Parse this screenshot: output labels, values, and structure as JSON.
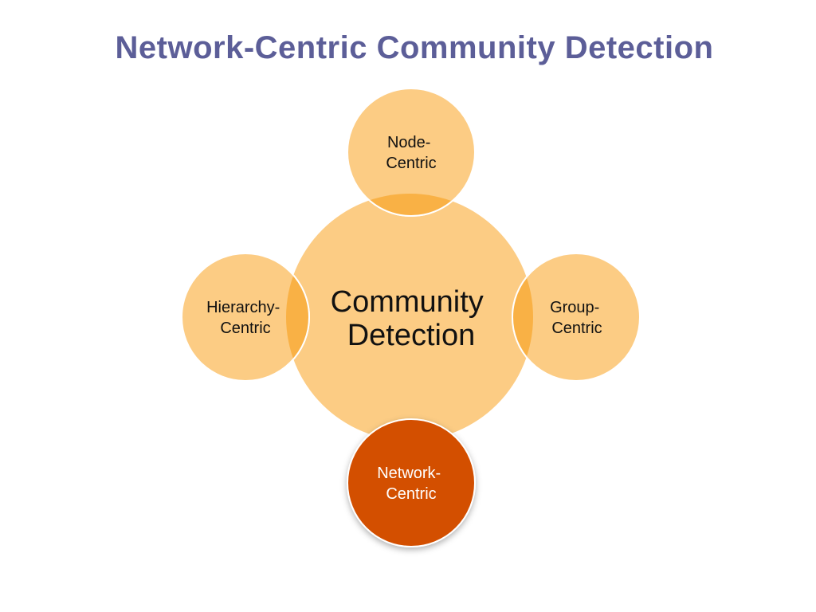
{
  "title": "Network-Centric Community Detection",
  "diagram": {
    "center": {
      "line1": "Community",
      "line2": "Detection"
    },
    "top": {
      "line1": "Node-",
      "line2": "Centric"
    },
    "left": {
      "line1": "Hierarchy-",
      "line2": "Centric"
    },
    "right": {
      "line1": "Group-",
      "line2": "Centric"
    },
    "bottom": {
      "line1": "Network-",
      "line2": "Centric"
    }
  },
  "colors": {
    "title": "#5c5e98",
    "circle_fill": "#fccc84",
    "overlap_fill": "#f9b145",
    "highlight_fill": "#d35000",
    "highlight_text": "#ffffff",
    "text": "#111111"
  }
}
